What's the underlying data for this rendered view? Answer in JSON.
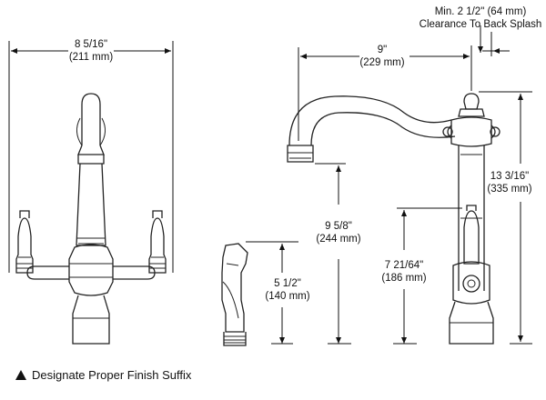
{
  "dimensions": {
    "front_width": {
      "imperial": "8 5/16\"",
      "metric": "(211 mm)"
    },
    "back_splash": {
      "line1": "Min. 2 1/2\" (64 mm)",
      "line2": "Clearance To Back Splash"
    },
    "spout_reach": {
      "imperial": "9\"",
      "metric": "(229 mm)"
    },
    "overall_height": {
      "imperial": "13 3/16\"",
      "metric": "(335 mm)"
    },
    "spout_height": {
      "imperial": "9 5/8\"",
      "metric": "(244 mm)"
    },
    "handle_height": {
      "imperial": "7 21/64\"",
      "metric": "(186 mm)"
    },
    "spray_height": {
      "imperial": "5 1/2\"",
      "metric": "(140 mm)"
    }
  },
  "footnote": {
    "text": "Designate Proper Finish Suffix",
    "icon": "triangle-icon"
  }
}
